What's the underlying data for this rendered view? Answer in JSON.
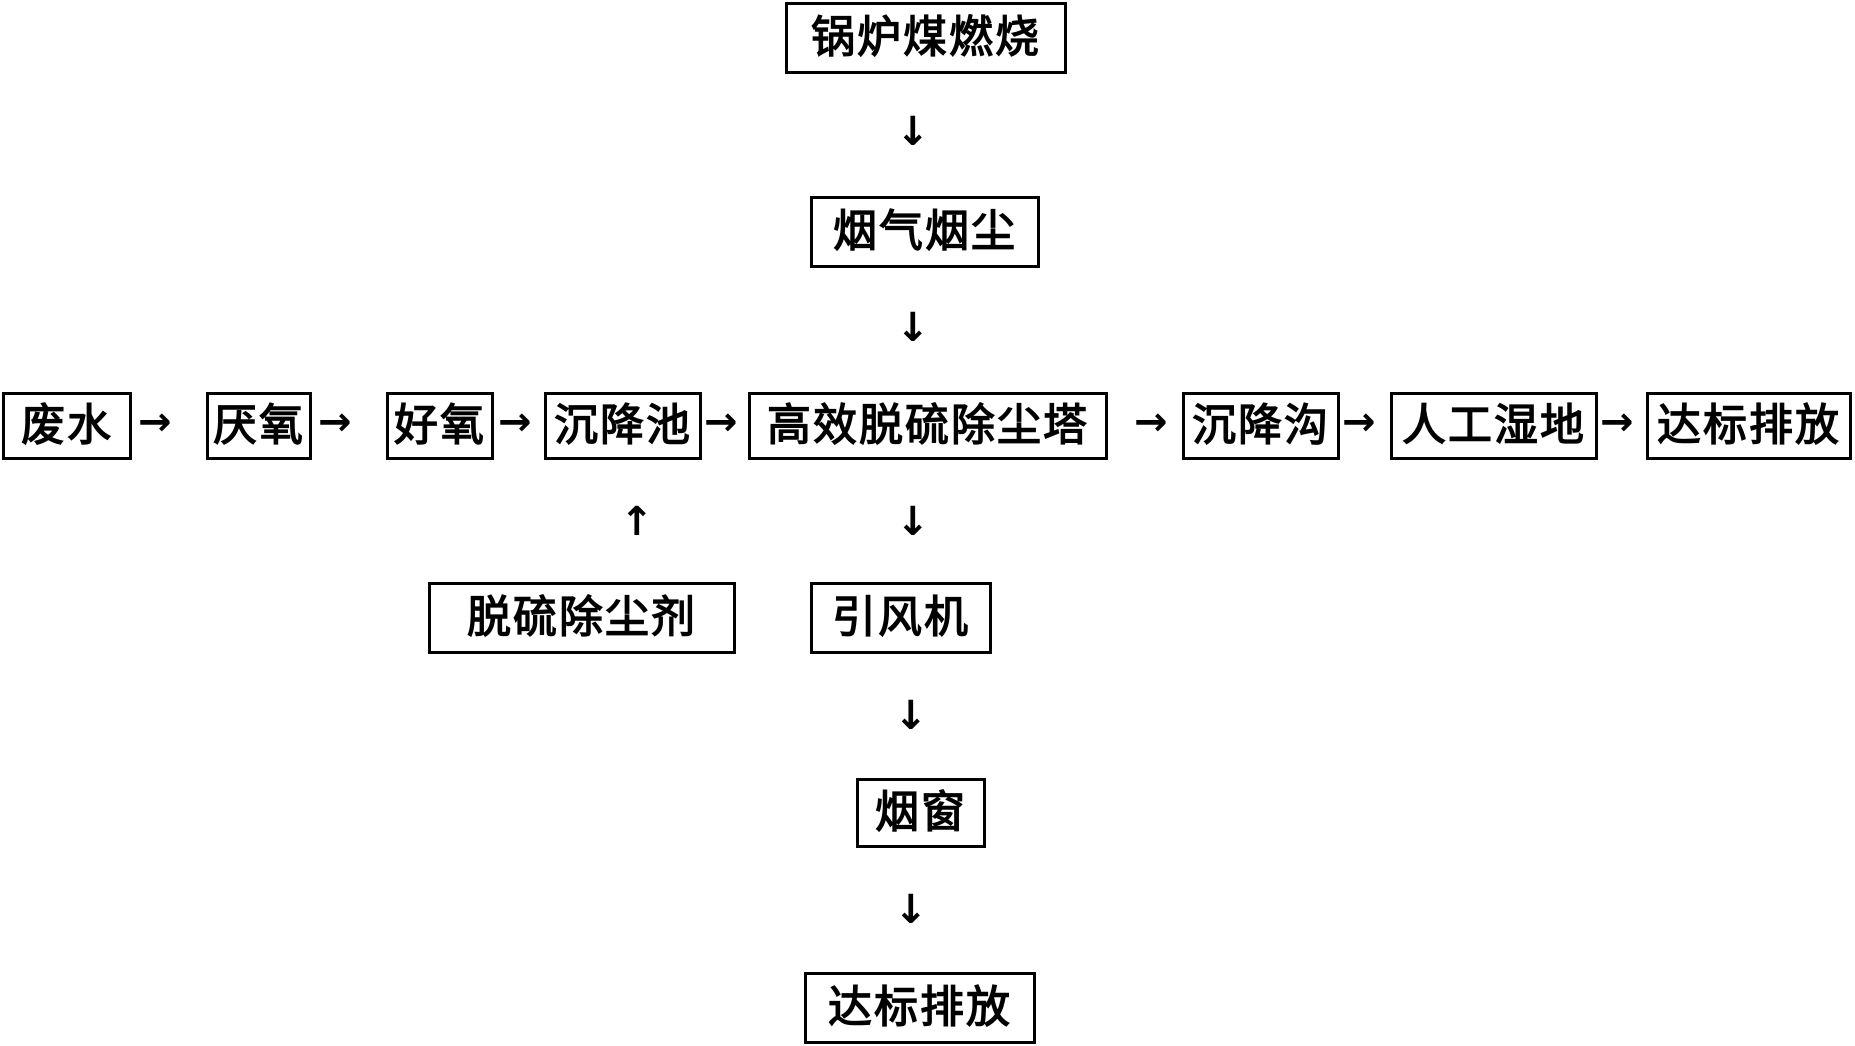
{
  "nodes": {
    "boiler_coal_combustion": "锅炉煤燃烧",
    "flue_gas_dust": "烟气烟尘",
    "wastewater": "废水",
    "anaerobic": "厌氧",
    "aerobic": "好氧",
    "sedimentation_tank": "沉降池",
    "desulfurization_tower": "高效脱硫除尘塔",
    "settling_ditch": "沉降沟",
    "constructed_wetland": "人工湿地",
    "discharge_right": "达标排放",
    "desulfurization_agent": "脱硫除尘剂",
    "induced_draft_fan": "引风机",
    "chimney": "烟窗",
    "discharge_bottom": "达标排放"
  },
  "arrows": {
    "right": "→",
    "down": "↓",
    "up": "↑"
  }
}
